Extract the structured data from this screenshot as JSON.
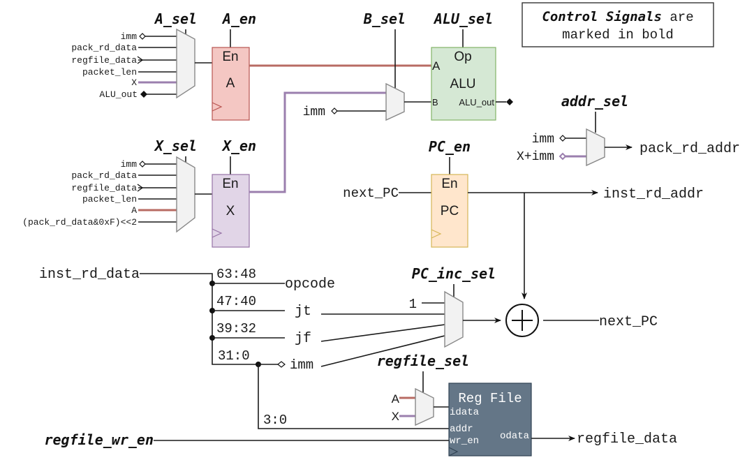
{
  "legend": {
    "line1_bold": "Control Signals",
    "line1_rest": " are",
    "line2": "marked in bold"
  },
  "control_signals": {
    "a_sel": "A_sel",
    "a_en": "A_en",
    "x_sel": "X_sel",
    "x_en": "X_en",
    "b_sel": "B_sel",
    "alu_sel": "ALU_sel",
    "addr_sel": "addr_sel",
    "pc_en": "PC_en",
    "pc_inc_sel": "PC_inc_sel",
    "regfile_sel": "regfile_sel",
    "regfile_wr_en": "regfile_wr_en"
  },
  "a_mux_inputs": [
    "imm",
    "pack_rd_data",
    "regfile_data",
    "packet_len",
    "X",
    "ALU_out"
  ],
  "x_mux_inputs": [
    "imm",
    "pack_rd_data",
    "regfile_data",
    "packet_len",
    "A",
    "(pack_rd_data&0xF)<<2"
  ],
  "registers": {
    "a": {
      "en": "En",
      "name": "A"
    },
    "x": {
      "en": "En",
      "name": "X"
    },
    "pc": {
      "en": "En",
      "name": "PC"
    }
  },
  "alu": {
    "op": "Op",
    "name": "ALU",
    "port_a": "A",
    "port_b": "B",
    "out": "ALU_out"
  },
  "b_mux": {
    "imm": "imm"
  },
  "addr_mux": {
    "in1": "imm",
    "in2": "X+imm",
    "out": "pack_rd_addr"
  },
  "pc_path": {
    "in": "next_PC",
    "out": "inst_rd_addr"
  },
  "decode": {
    "input": "inst_rd_data",
    "fields": [
      {
        "bits": "63:48",
        "name": "opcode"
      },
      {
        "bits": "47:40",
        "name": "jt"
      },
      {
        "bits": "39:32",
        "name": "jf"
      },
      {
        "bits": "31:0",
        "name": "imm"
      }
    ],
    "addr_bits": "3:0"
  },
  "pc_inc": {
    "const": "1",
    "out": "next_PC"
  },
  "regfile": {
    "title": "Reg File",
    "idata": "idata",
    "addr": "addr",
    "wr_en": "wr_en",
    "odata": "odata",
    "mux_a": "A",
    "mux_x": "X",
    "out": "regfile_data"
  },
  "colors": {
    "reg_a_fill": "#f4c7c3",
    "reg_x_fill": "#e1d5e7",
    "reg_pc_fill": "#ffe6cc",
    "alu_fill": "#d5e8d4",
    "regfile_fill": "#647687",
    "wire_a": "#b86b63",
    "wire_x": "#9b7fae"
  }
}
